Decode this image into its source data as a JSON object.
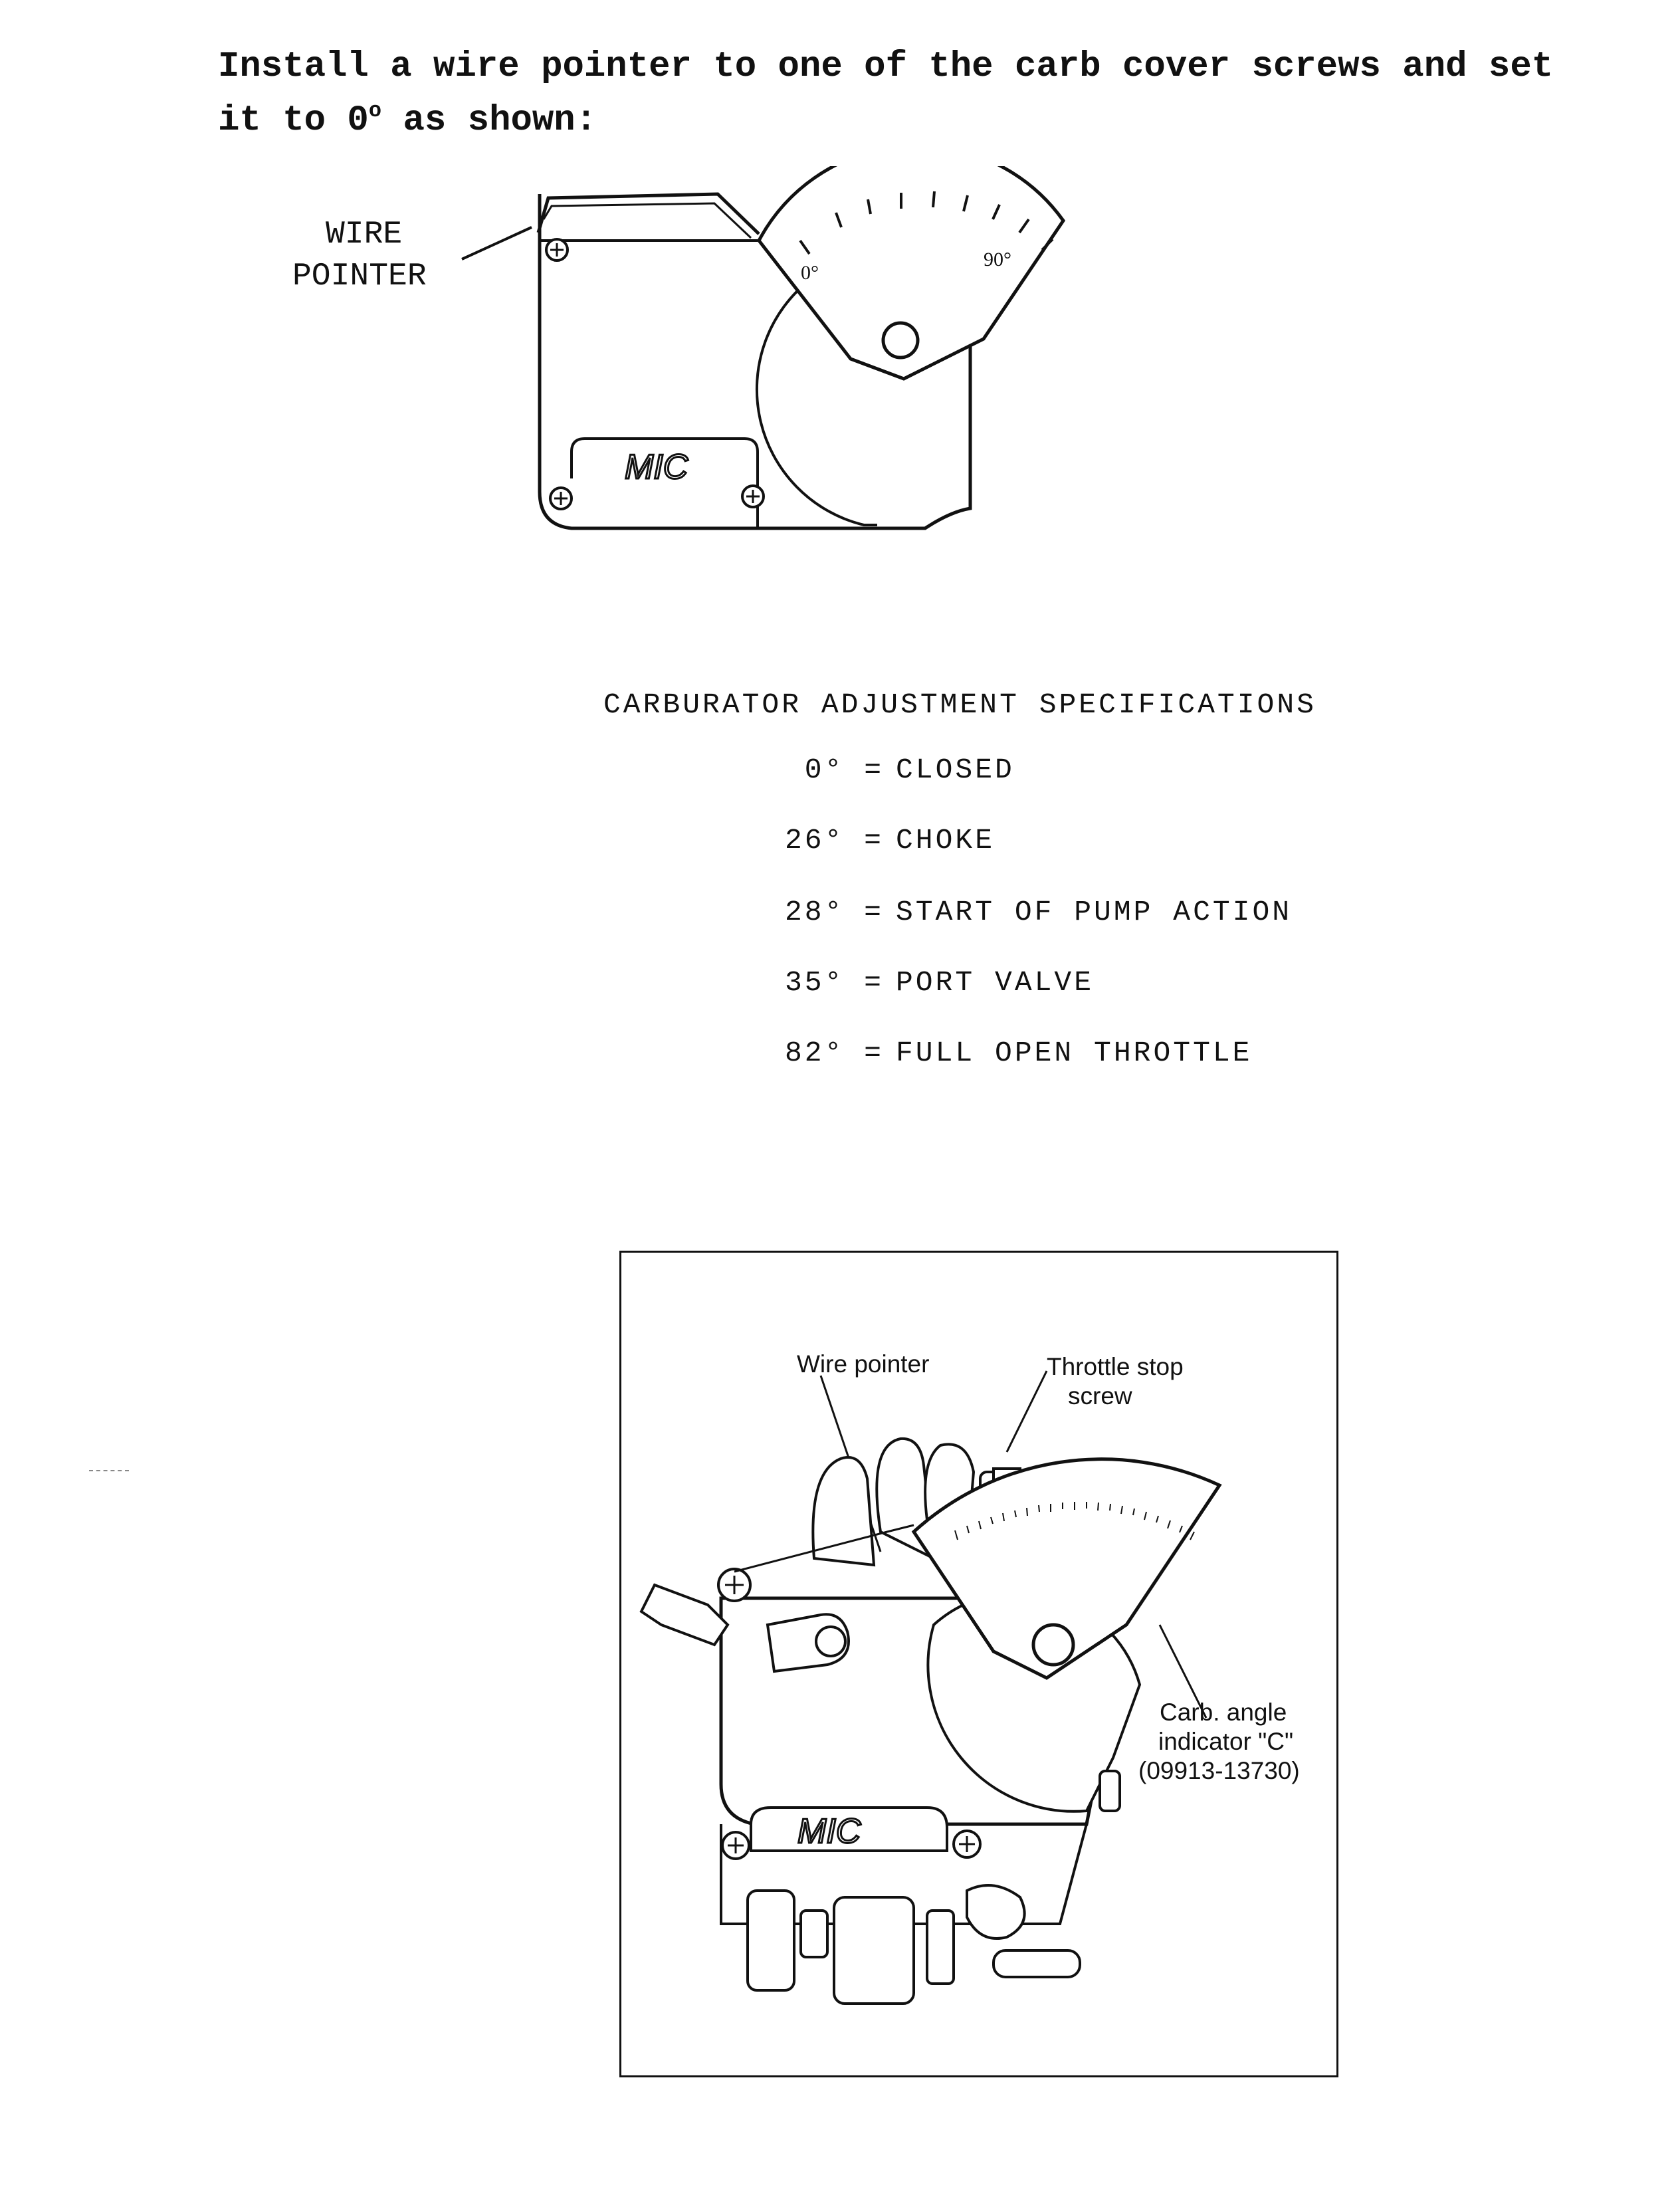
{
  "instruction": {
    "line1": "Install a wire pointer to one of the carb cover screws and set",
    "line2_before": "it to 0",
    "degree_mark": "o",
    "line2_after": " as shown:"
  },
  "figure1": {
    "label_line1": "WIRE",
    "label_line2": "POINTER",
    "gauge_zero": "0°",
    "gauge_ninety": "90°",
    "logo": "MIC"
  },
  "specs": {
    "title": "CARBURATOR ADJUSTMENT SPECIFICATIONS",
    "rows": [
      {
        "angle": "0° =",
        "description": "CLOSED"
      },
      {
        "angle": "26° =",
        "description": "CHOKE"
      },
      {
        "angle": "28° =",
        "description": "START OF PUMP ACTION"
      },
      {
        "angle": "35° =",
        "description": "PORT VALVE"
      },
      {
        "angle": "82° =",
        "description": "FULL OPEN THROTTLE"
      }
    ]
  },
  "figure2": {
    "callout_wire": "Wire pointer",
    "callout_throttle_1": "Throttle stop",
    "callout_throttle_2": "screw",
    "callout_carb_1": "Carb. angle",
    "callout_carb_2": "indicator \"C\"",
    "callout_carb_3": "(09913-13730)",
    "logo": "MIC"
  }
}
